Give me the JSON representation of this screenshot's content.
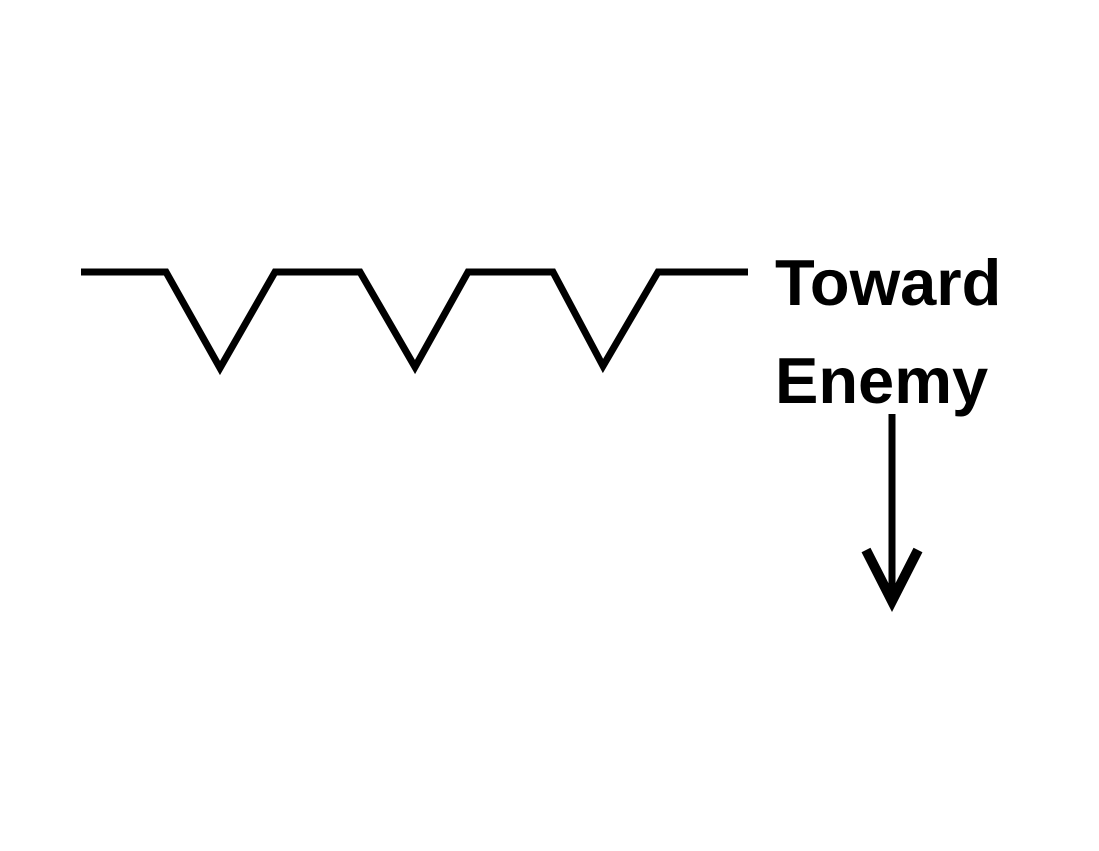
{
  "diagram": {
    "annotation": {
      "line1": "Toward",
      "line2": "Enemy"
    },
    "symbols": {
      "fortified_line": "zigzag-triangular-fortification-line",
      "direction_indicator": "down-arrow"
    },
    "colors": {
      "ink": "#000000",
      "background": "#ffffff"
    }
  }
}
